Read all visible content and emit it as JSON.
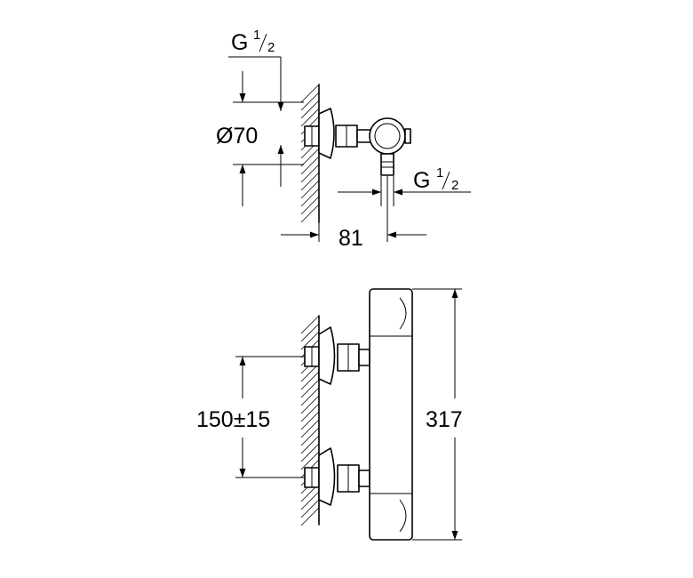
{
  "top_view": {
    "inlet_thread": {
      "prefix": "G",
      "numerator": "1",
      "denominator": "2"
    },
    "diameter": "Ø70",
    "depth": "81",
    "outlet_thread": {
      "prefix": "G",
      "numerator": "1",
      "denominator": "2"
    }
  },
  "front_view": {
    "center_distance": "150±15",
    "height": "317"
  }
}
